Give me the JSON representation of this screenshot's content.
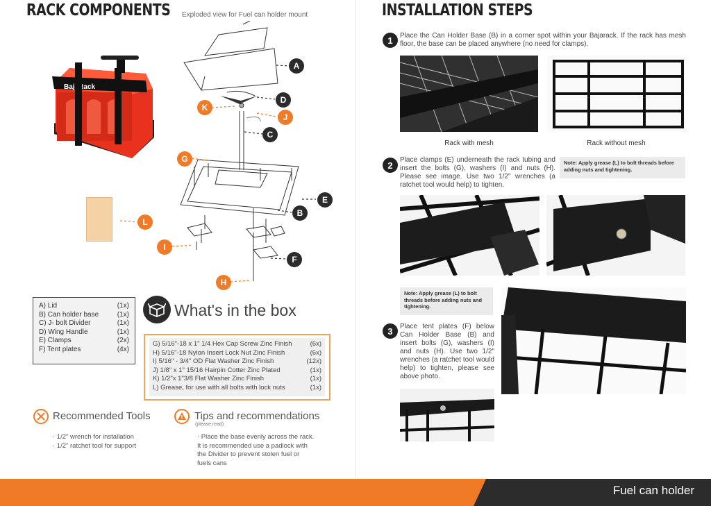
{
  "left": {
    "title": "RACK COMPONENTS",
    "exploded_caption": "Exploded view for Fuel can holder mount",
    "callouts": [
      "A",
      "D",
      "K",
      "J",
      "C",
      "G",
      "E",
      "B",
      "L",
      "I",
      "F",
      "H"
    ],
    "parts": [
      {
        "label": "A) Lid",
        "qty": "(1x)"
      },
      {
        "label": "B) Can holder base",
        "qty": "(1x)"
      },
      {
        "label": "C) J- bolt Divider",
        "qty": "(1x)"
      },
      {
        "label": "D) Wing Handle",
        "qty": "(1x)"
      },
      {
        "label": "E) Clamps",
        "qty": "(2x)"
      },
      {
        "label": "F) Tent plates",
        "qty": "(4x)"
      }
    ],
    "whats_in_box": "What's in the box",
    "hardware": [
      {
        "label": "G) 5/16\"-18 x 1\" 1/4 Hex Cap Screw Zinc Finish",
        "qty": "(6x)"
      },
      {
        "label": "H) 5/16\"-18  Nylon Insert Lock Nut Zinc Finish",
        "qty": "(6x)"
      },
      {
        "label": "I) 5/16\" - 3/4\" OD Flat Washer Zinc Finish",
        "qty": "(12x)"
      },
      {
        "label": "J) 1/8\" x 1\" 15/16 Hairpin Cotter Zinc Plated",
        "qty": "(1x)"
      },
      {
        "label": "K) 1/2\"x 1\"3/8 Flat Washer Zinc Finish",
        "qty": "(1x)"
      },
      {
        "label": "L) Grease, for use with all bolts with lock nuts",
        "qty": "(1x)"
      }
    ],
    "tools_title": "Recommended Tools",
    "tools": [
      "· 1/2\" wrench for installation",
      "· 1/2\" ratchet tool for support"
    ],
    "tips_title": "Tips and recommendations",
    "tips_sub": "(please read)",
    "tips_text": "· Place the base evenly across the rack. It is recommended use a padlock with the Divider to prevent stolen fuel or fuels cans",
    "brand": "BajaRack"
  },
  "right": {
    "title": "INSTALLATION STEPS",
    "step1_num": "1",
    "step1": "Place the Can Holder Base (B) in a corner spot within your Bajarack. If the rack has mesh floor, the base can be placed anywhere (no need for clamps).",
    "cap_mesh": "Rack with mesh",
    "cap_nomesh": "Rack without mesh",
    "step2_num": "2",
    "step2": "Place clamps (E) underneath the rack tubing and insert the bolts (G), washers (I) and nuts (H). Please see image. Use two 1/2\" wrenches (a ratchet tool would help) to tighten.",
    "note1": "Note: Apply grease (L) to bolt threads before adding nuts and tightening.",
    "note2": "Note: Apply grease (L) to bolt threads before adding nuts and tightening.",
    "step3_num": "3",
    "step3": "Place tent plates (F) below Can Holder Base (B) and insert bolts (G), washers (I) and nuts (H). Use two 1/2\" wrenches (a ratchet tool would help) to tighten, please see above photo."
  },
  "footer": {
    "label": "Fuel can holder"
  },
  "colors": {
    "accent": "#f07a26",
    "dark": "#2b2b2b"
  }
}
